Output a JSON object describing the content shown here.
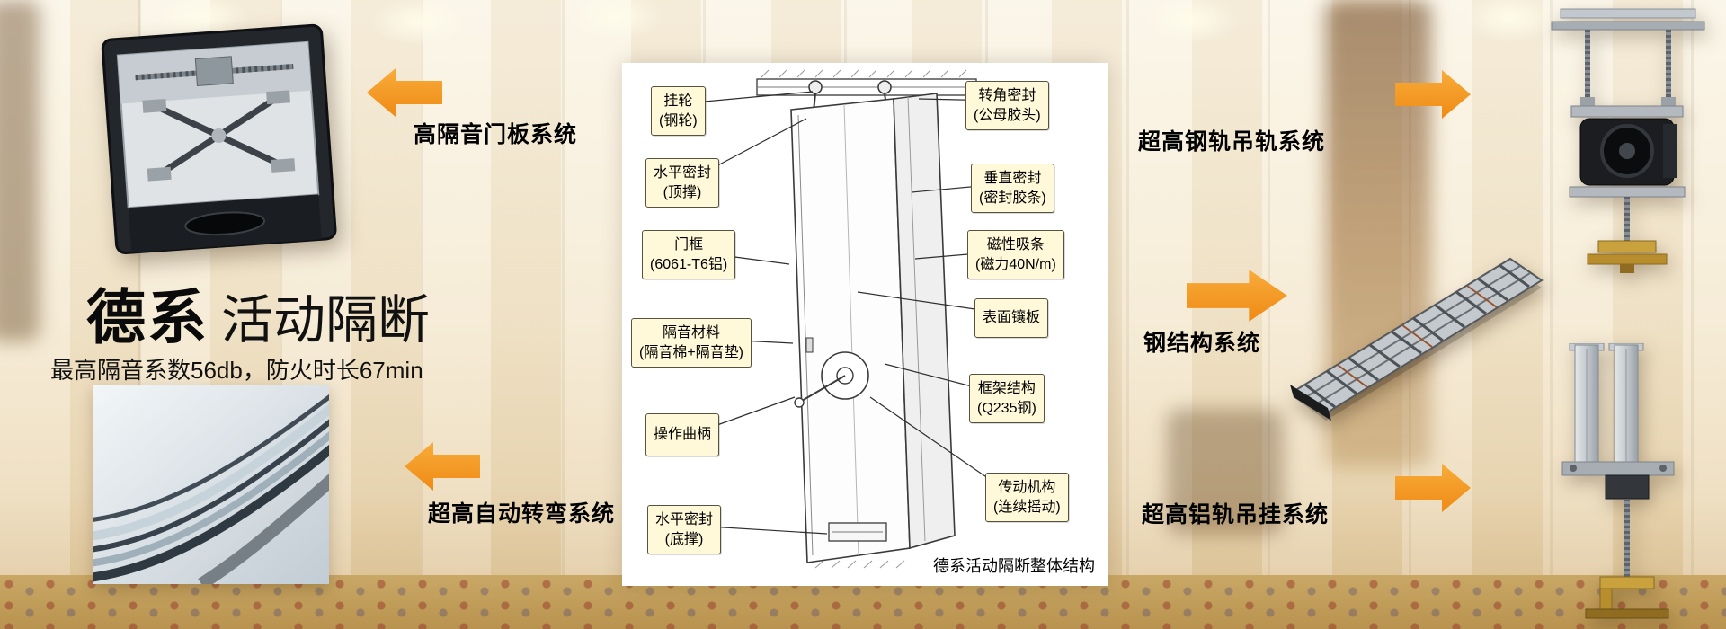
{
  "header": {
    "brand": "德系",
    "product": "活动隔断",
    "tagline": "最高隔音系数56db，防火时长67min"
  },
  "system_labels": {
    "door_panel": "高隔音门板系统",
    "auto_turn": "超高自动转弯系统",
    "steel_rail": "超高钢轨吊轨系统",
    "steel_structure": "钢结构系统",
    "aluminum_rail": "超高铝轨吊挂系统"
  },
  "diagram": {
    "caption": "德系活动隔断整体结构",
    "callouts_left": [
      {
        "line1": "挂轮",
        "line2": "(钢轮)"
      },
      {
        "line1": "水平密封",
        "line2": "(顶撑)"
      },
      {
        "line1": "门框",
        "line2": "(6061-T6铝)"
      },
      {
        "line1": "隔音材料",
        "line2": "(隔音棉+隔音垫)"
      },
      {
        "line1": "操作曲柄",
        "line2": ""
      },
      {
        "line1": "水平密封",
        "line2": "(底撑)"
      }
    ],
    "callouts_right": [
      {
        "line1": "转角密封",
        "line2": "(公母胶头)"
      },
      {
        "line1": "垂直密封",
        "line2": "(密封胶条)"
      },
      {
        "line1": "磁性吸条",
        "line2": "(磁力40N/m)"
      },
      {
        "line1": "表面镶板",
        "line2": ""
      },
      {
        "line1": "框架结构",
        "line2": "(Q235钢)"
      },
      {
        "line1": "传动机构",
        "line2": "(连续摇动)"
      }
    ]
  },
  "icons": {
    "top_left_arrow": "arrow-left",
    "bottom_left_arrow": "arrow-left",
    "top_right_arrow": "arrow-right",
    "mid_right_arrow": "arrow-right",
    "bottom_right_arrow": "arrow-right"
  },
  "colors": {
    "arrow_orange": "#F59D28",
    "arrow_orange_dark": "#EF8A14",
    "callout_bg": "#FFF9D9",
    "callout_border": "#53533F",
    "panel_bg": "#FFFFFF",
    "text": "#000000",
    "carpet_gold": "#C9A765"
  }
}
